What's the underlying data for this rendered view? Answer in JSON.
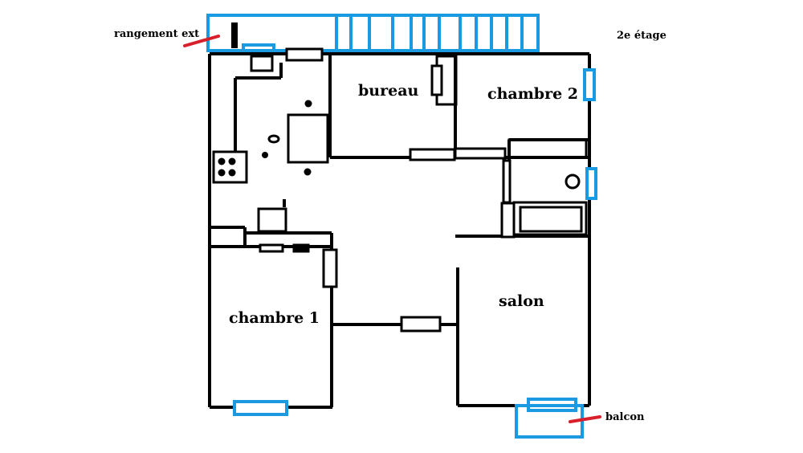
{
  "floor_label": "2e étage",
  "rooms": {
    "bureau": "bureau",
    "chambre2": "chambre 2",
    "chambre1": "chambre 1",
    "salon": "salon"
  },
  "annotations": {
    "storage": "rangement ext",
    "balcony": "balcon"
  },
  "colors": {
    "wall": "#000000",
    "window": "#1a9ae0",
    "marker": "#d8202c"
  }
}
